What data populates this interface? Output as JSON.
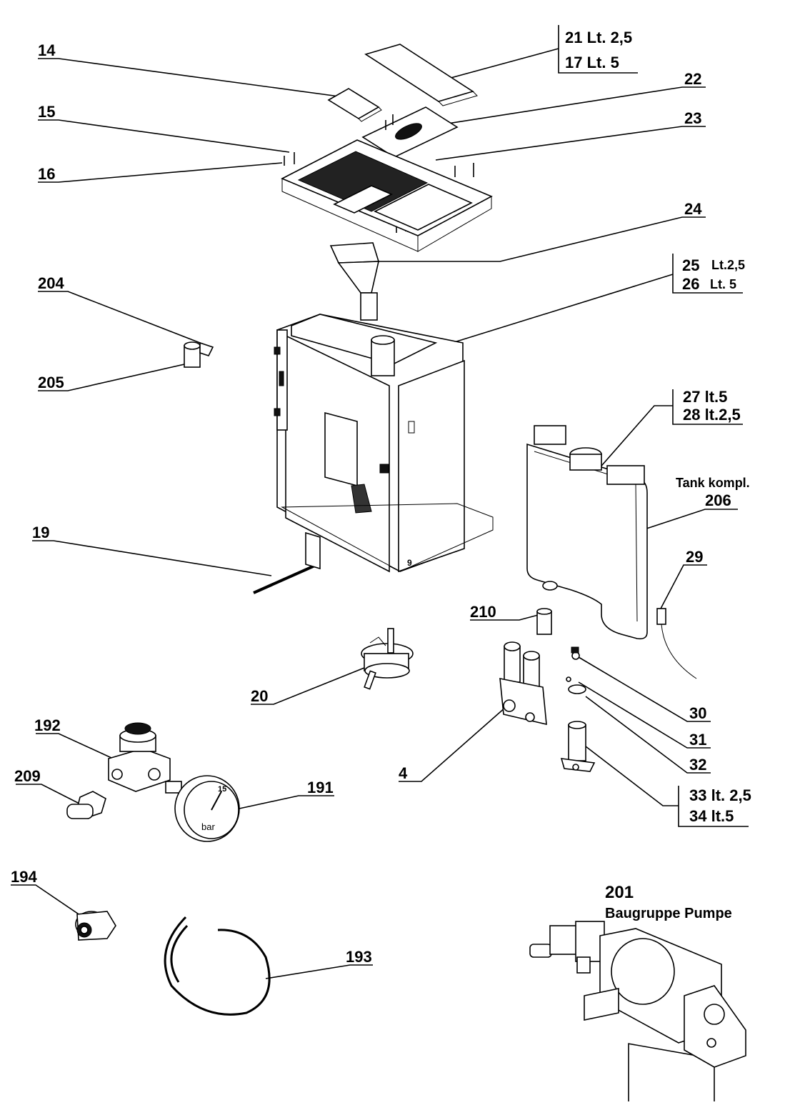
{
  "diagram": {
    "labels": {
      "p14": "14",
      "p15": "15",
      "p16": "16",
      "p21": "21 Lt. 2,5",
      "p17": "17 Lt. 5",
      "p22": "22",
      "p23": "23",
      "p24": "24",
      "p25_num": "25",
      "p25_size": "Lt.2,5",
      "p26_num": "26",
      "p26_size": "Lt. 5",
      "p204": "204",
      "p205": "205",
      "p27": "27 lt.5",
      "p28": "28 lt.2,5",
      "tank_title": "Tank kompl.",
      "p206": "206",
      "p19": "19",
      "p29": "29",
      "p210": "210",
      "p20": "20",
      "p30": "30",
      "p31": "31",
      "p32": "32",
      "p4": "4",
      "p192": "192",
      "p209": "209",
      "p191": "191",
      "p33": "33 lt. 2,5",
      "p34": "34 lt.5",
      "p194": "194",
      "p193": "193",
      "p201": "201",
      "pump_title": "Baugruppe Pumpe",
      "gauge_max": "15",
      "gauge_unit": "bar",
      "base_mark": "9"
    }
  }
}
